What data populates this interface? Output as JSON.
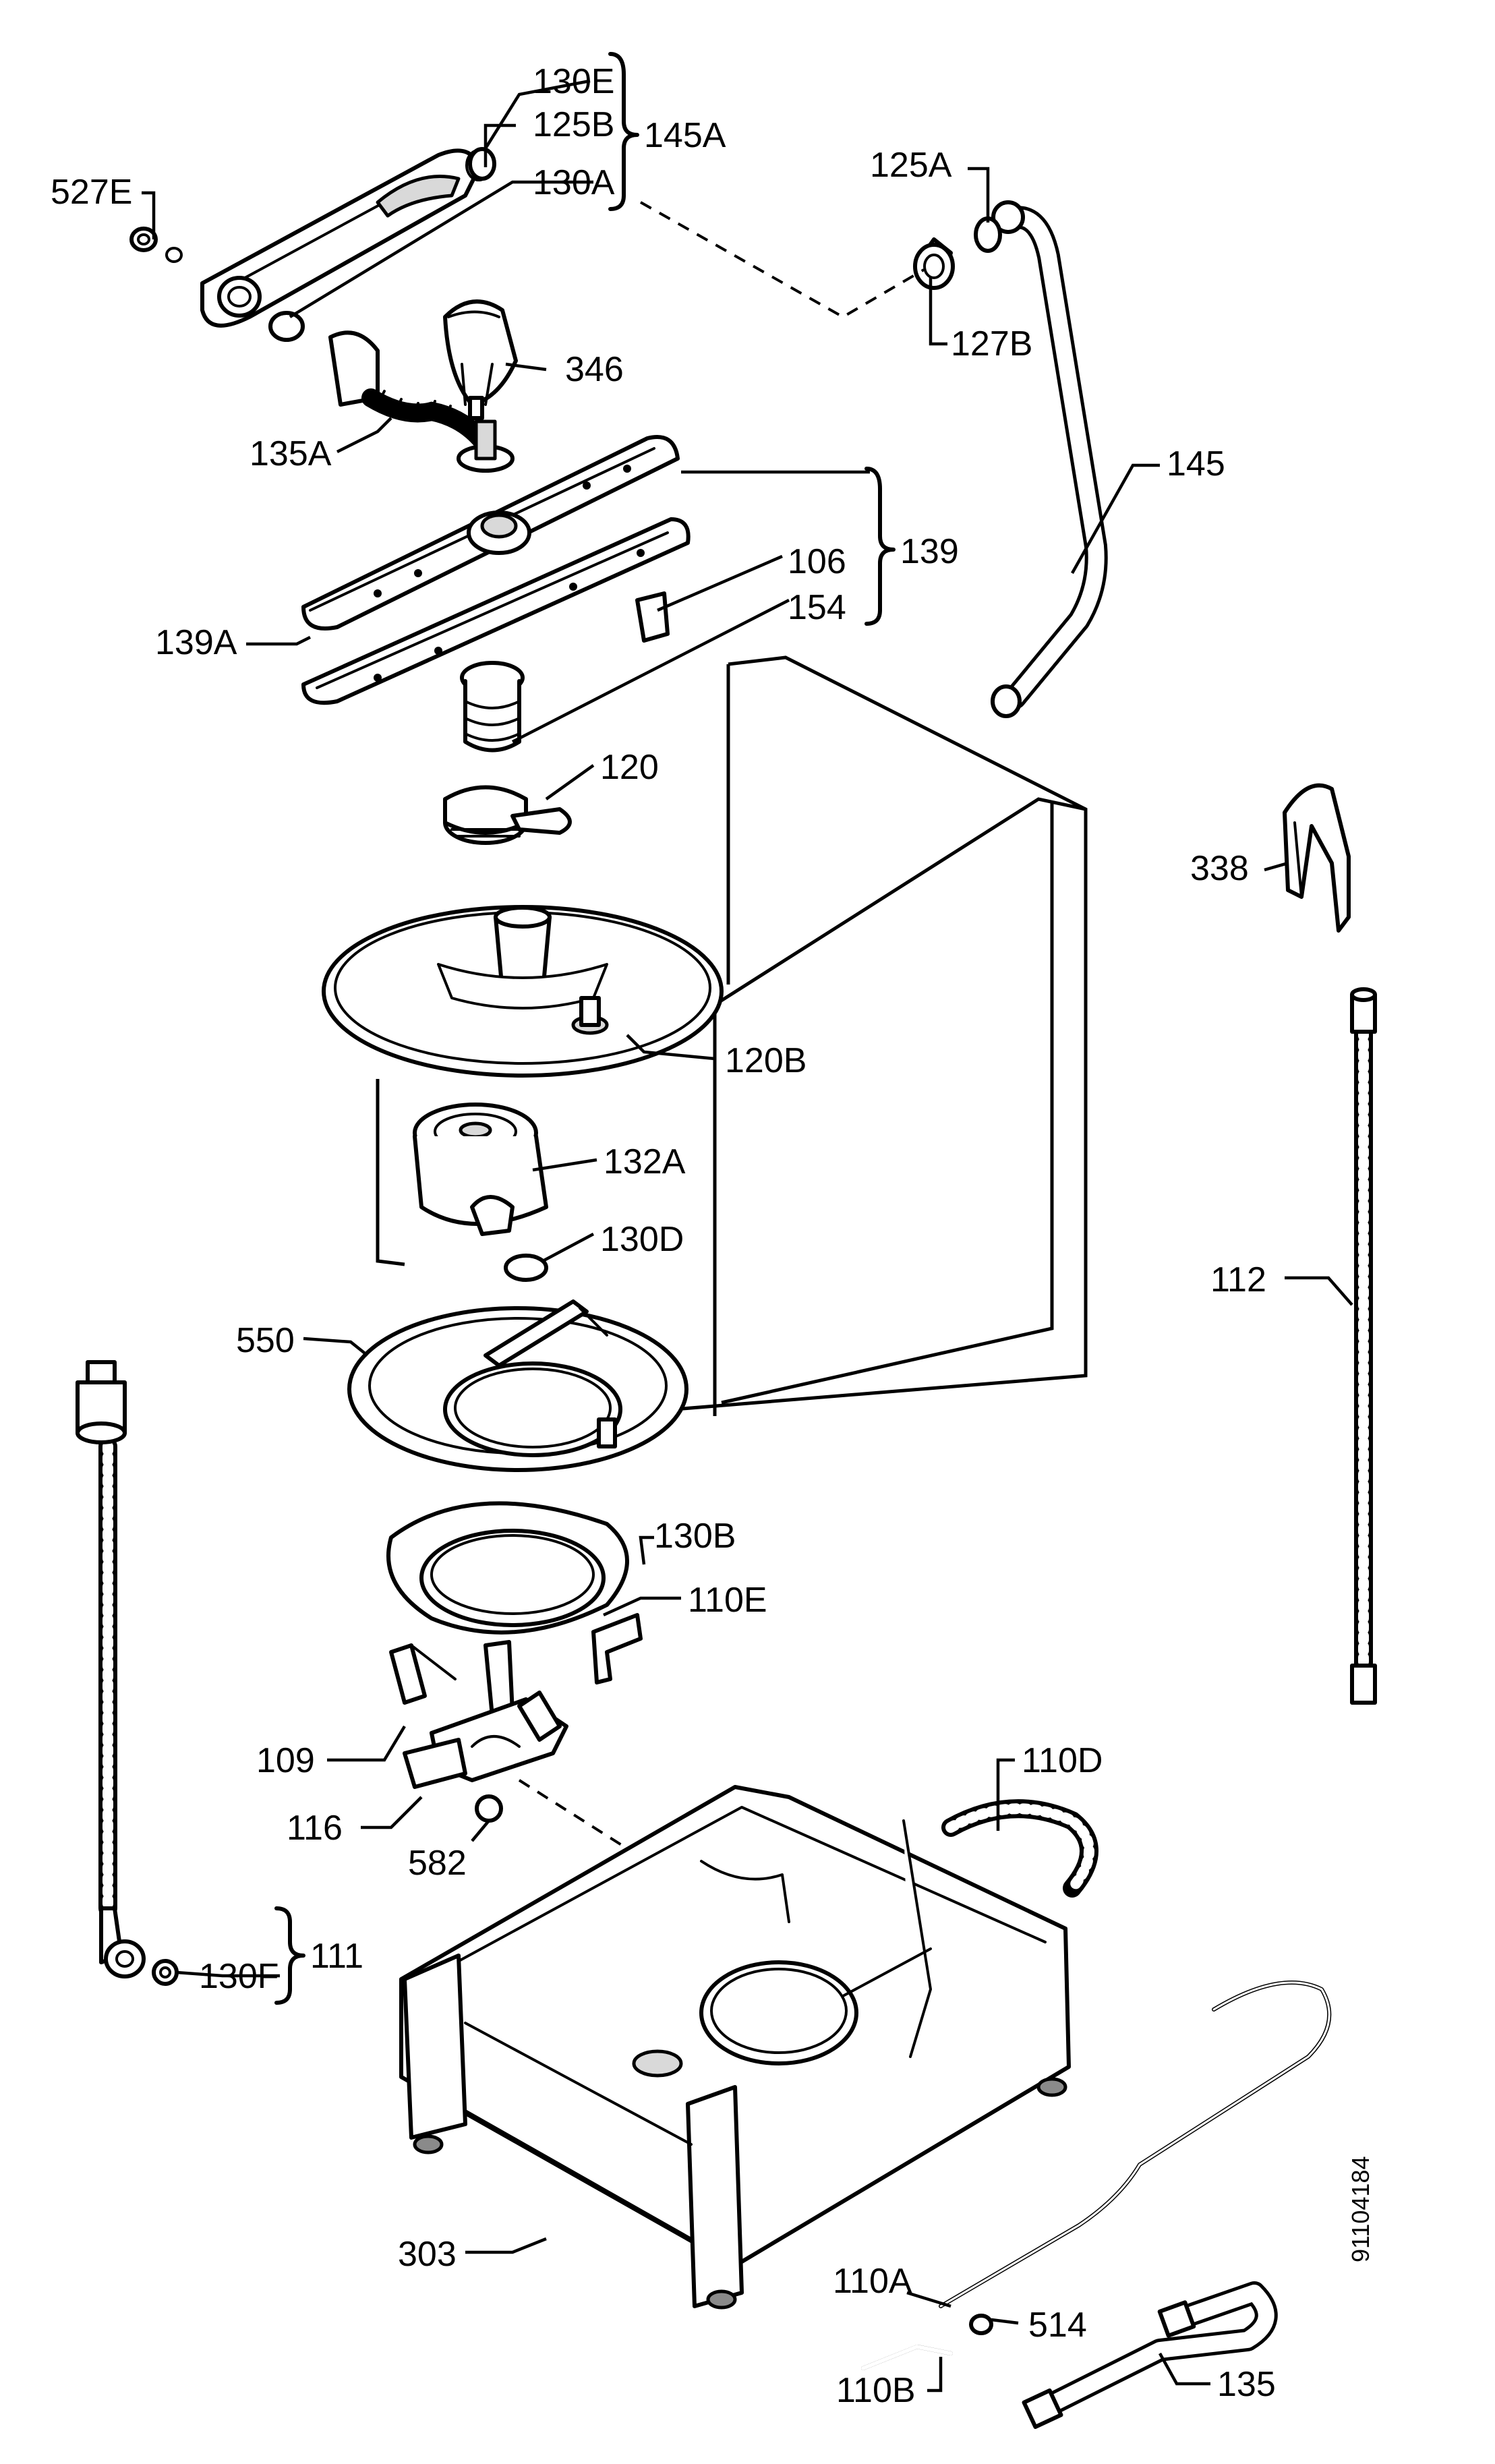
{
  "document_code": "91104184",
  "labels": {
    "l130e": "130E",
    "l125b": "125B",
    "l145a": "145A",
    "l130a": "130A",
    "l527e": "527E",
    "l125a": "125A",
    "l127b": "127B",
    "l346": "346",
    "l135a": "135A",
    "l145": "145",
    "l139": "139",
    "l106": "106",
    "l154": "154",
    "l139a": "139A",
    "l120": "120",
    "l338": "338",
    "l120b": "120B",
    "l132a": "132A",
    "l130d": "130D",
    "l112": "112",
    "l550": "550",
    "l130b": "130B",
    "l110e": "110E",
    "l109": "109",
    "l116": "116",
    "l582": "582",
    "l110d": "110D",
    "l111": "111",
    "l130f": "130F",
    "l303": "303",
    "l110a": "110A",
    "l514": "514",
    "l110b": "110B",
    "l135": "135"
  }
}
